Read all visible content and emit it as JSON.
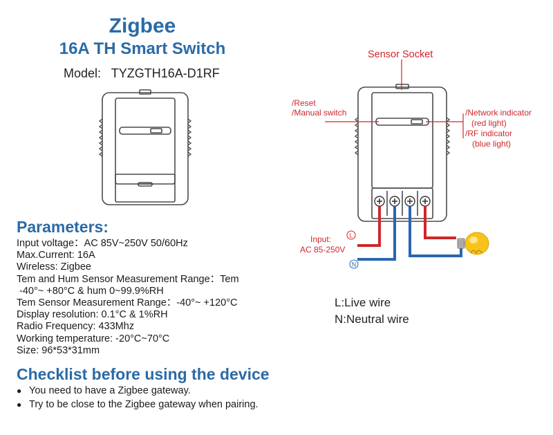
{
  "header": {
    "title": "Zigbee",
    "subtitle": "16A TH Smart Switch",
    "model": "Model:   TYZGTH16A-D1RF"
  },
  "parameters": {
    "heading": "Parameters:",
    "lines": [
      "Input voltage：AC 85V~250V  50/60Hz",
      "Max.Current: 16A",
      "Wireless: Zigbee",
      "Tem and Hum Sensor Measurement Range：Tem",
      " -40°~ +80°C & hum 0~99.9%RH",
      "Tem Sensor Measurement Range：-40°~ +120°C",
      "Display resolution: 0.1°C & 1%RH",
      "Radio Frequency: 433Mhz",
      "Working temperature: -20°C~70°C",
      "Size: 96*53*31mm"
    ]
  },
  "checklist": {
    "heading": "Checklist before using the device",
    "items": [
      "You need to have a Zigbee gateway.",
      "Try to be close to the Zigbee gateway when pairing."
    ]
  },
  "diagram": {
    "sensor_socket": "Sensor Socket",
    "reset": "/Reset",
    "manual_switch": "/Manual switch",
    "network_indicator": "/Network indicator",
    "red_light": "(red light)",
    "rf_indicator": "/RF indicator",
    "blue_light": "(blue light)",
    "input": "Input:",
    "input_range": "AC 85-250V",
    "live_symbol": "L",
    "neutral_symbol": "N"
  },
  "legend": {
    "live": "L:Live wire",
    "neutral": "N:Neutral wire"
  },
  "colors": {
    "heading_blue": "#2b6aa6",
    "annotation_red": "#d0262b",
    "wire_blue": "#2a65b2",
    "device_outline": "#4a4a4a"
  }
}
